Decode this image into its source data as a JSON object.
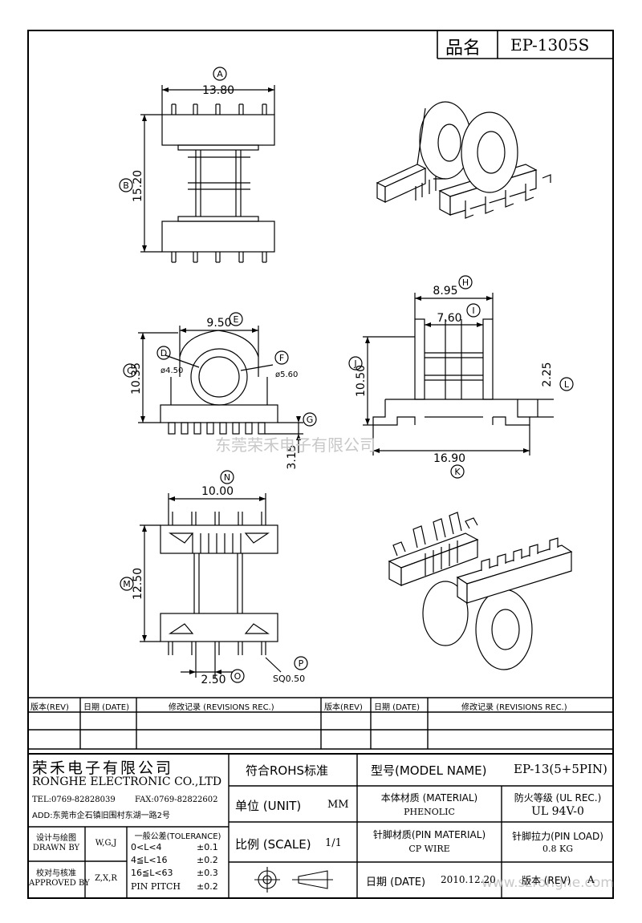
{
  "header": {
    "name_label": "品名",
    "part_no": "EP-1305S"
  },
  "dims": {
    "A": "13.80",
    "B": "15.20",
    "C": "10.35",
    "D": "ø4.50",
    "E": "9.50",
    "F": "ø5.60",
    "G": "3.15",
    "H": "8.95",
    "I": "7.60",
    "J": "10.50",
    "K": "16.90",
    "L": "2.25",
    "M": "12.50",
    "N": "10.00",
    "O": "2.50",
    "P": "SQ0.50"
  },
  "callouts": [
    "A",
    "B",
    "C",
    "D",
    "E",
    "F",
    "G",
    "H",
    "I",
    "J",
    "K",
    "L",
    "M",
    "N",
    "O",
    "P"
  ],
  "watermark": {
    "company": "东莞荣禾电子有限公司",
    "url": "www.szronghe.com"
  },
  "revision_table": {
    "headers": [
      "版本(REV)",
      "日期 (DATE)",
      "修改记录 (REVISIONS REC.)",
      "版本(REV)",
      "日期 (DATE)",
      "修改记录 (REVISIONS REC.)"
    ]
  },
  "title_block": {
    "company_cn": "荣禾电子有限公司",
    "company_en": "RONGHE ELECTRONIC CO.,LTD",
    "tel": "TEL:0769-82828039",
    "fax": "FAX:0769-82822602",
    "address": "ADD:东莞市企石镇旧围村东湖一路2号",
    "rohs": "符合ROHS标准",
    "model_label": "型号(MODEL NAME)",
    "model_value": "EP-13(5+5PIN)",
    "unit_label": "单位 (UNIT)",
    "unit_value": "MM",
    "material_label": "本体材质 (MATERIAL)",
    "material_value": "PHENOLIC",
    "fire_label": "防火等级 (UL REC.)",
    "fire_value": "UL 94V-0",
    "scale_label": "比例 (SCALE)",
    "scale_value": "1/1",
    "pin_material_label": "针脚材质(PIN MATERIAL)",
    "pin_material_value": "CP WIRE",
    "pin_load_label": "针脚拉力(PIN LOAD)",
    "pin_load_value": "0.8 KG",
    "design_cn": "设计与绘图",
    "design_en": "DRAWN BY",
    "design_value": "W,G,J",
    "approve_cn": "校对与核准",
    "approve_en": "APPROVED BY",
    "approve_value": "Z,X,R",
    "tol_title": "一般公差(TOLERANCE)",
    "tolerances": [
      {
        "range": "0<L<4",
        "value": "±0.1"
      },
      {
        "range": "4≦L<16",
        "value": "±0.2"
      },
      {
        "range": "16≦L<63",
        "value": "±0.3"
      },
      {
        "range": "PIN PITCH",
        "value": "±0.2"
      }
    ],
    "date_label": "日期 (DATE)",
    "date_value": "2010.12.20",
    "rev_label": "版本 (REV)",
    "rev_value": "A"
  }
}
